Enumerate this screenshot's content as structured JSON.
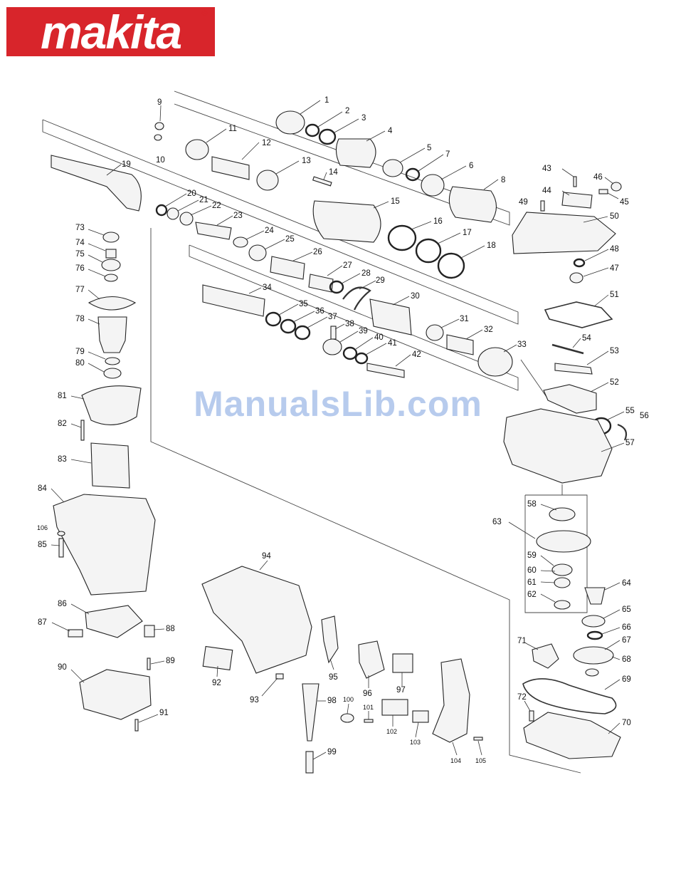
{
  "brand": {
    "logo_text": "makita",
    "registered": "®"
  },
  "watermark": "ManualsLib.com",
  "parts": [
    "1",
    "2",
    "3",
    "4",
    "5",
    "6",
    "7",
    "8",
    "9",
    "10",
    "11",
    "12",
    "13",
    "14",
    "15",
    "16",
    "17",
    "18",
    "19",
    "20",
    "21",
    "22",
    "23",
    "24",
    "25",
    "26",
    "27",
    "28",
    "29",
    "30",
    "31",
    "32",
    "33",
    "34",
    "35",
    "36",
    "37",
    "38",
    "39",
    "40",
    "41",
    "42",
    "43",
    "44",
    "45",
    "46",
    "47",
    "48",
    "49",
    "50",
    "51",
    "52",
    "53",
    "54",
    "55",
    "56",
    "57",
    "58",
    "59",
    "60",
    "61",
    "62",
    "63",
    "64",
    "65",
    "66",
    "67",
    "68",
    "69",
    "70",
    "71",
    "72",
    "73",
    "74",
    "75",
    "76",
    "77",
    "78",
    "79",
    "80",
    "81",
    "82",
    "83",
    "84",
    "85",
    "86",
    "87",
    "88",
    "89",
    "90",
    "91",
    "92",
    "93",
    "94",
    "95",
    "96",
    "97",
    "98",
    "99",
    "100",
    "101",
    "102",
    "103",
    "104",
    "105",
    "106"
  ]
}
